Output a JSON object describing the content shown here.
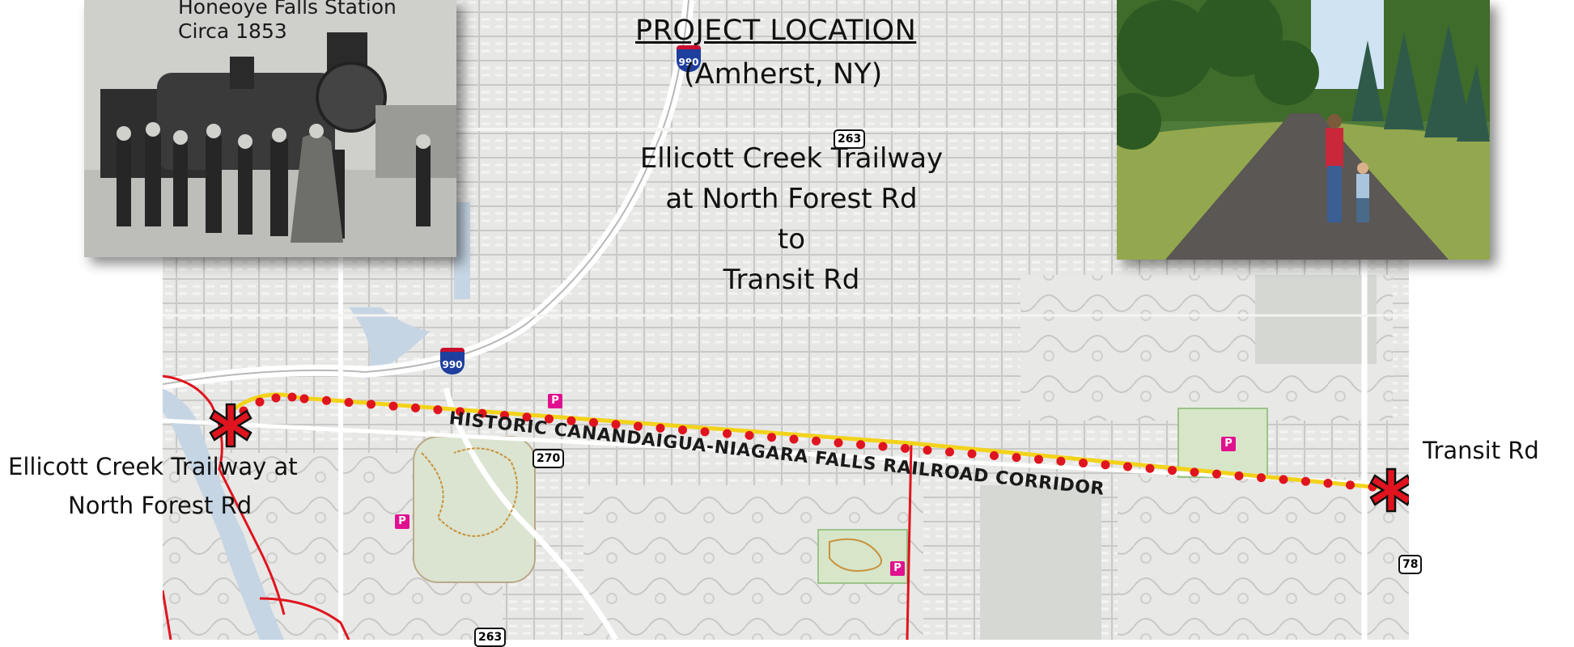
{
  "title": {
    "line1": "PROJECT LOCATION",
    "line2": "(Amherst, NY)"
  },
  "segment": {
    "line1": "Ellicott Creek Trailway",
    "line2": "at North Forest Rd",
    "line3": "to",
    "line4": "Transit Rd"
  },
  "corridor_label": "HISTORIC CANANDAIGUA-NIAGARA FALLS RAILROAD CORRIDOR",
  "endpoints": {
    "west": {
      "line1": "Ellicott Creek Trailway at",
      "line2": "North Forest Rd"
    },
    "east": {
      "line1": "Transit Rd"
    }
  },
  "photo_caption": {
    "line1": "Honeoye Falls Station",
    "line2": "Circa 1853"
  },
  "route_shields": {
    "interstate_top": "990",
    "interstate_mid": "990",
    "ny263_top": "263",
    "ny263_bottom": "263",
    "ny270": "270",
    "ny78": "78"
  },
  "parking_symbol": "P",
  "colors": {
    "map_bg": "#e6e6e4",
    "corridor_dots": "#e0141e",
    "corridor_line": "#f2d31b",
    "trail_red": "#e0141e",
    "parking": "#e0118f",
    "park_green": "#d7e6c8"
  }
}
